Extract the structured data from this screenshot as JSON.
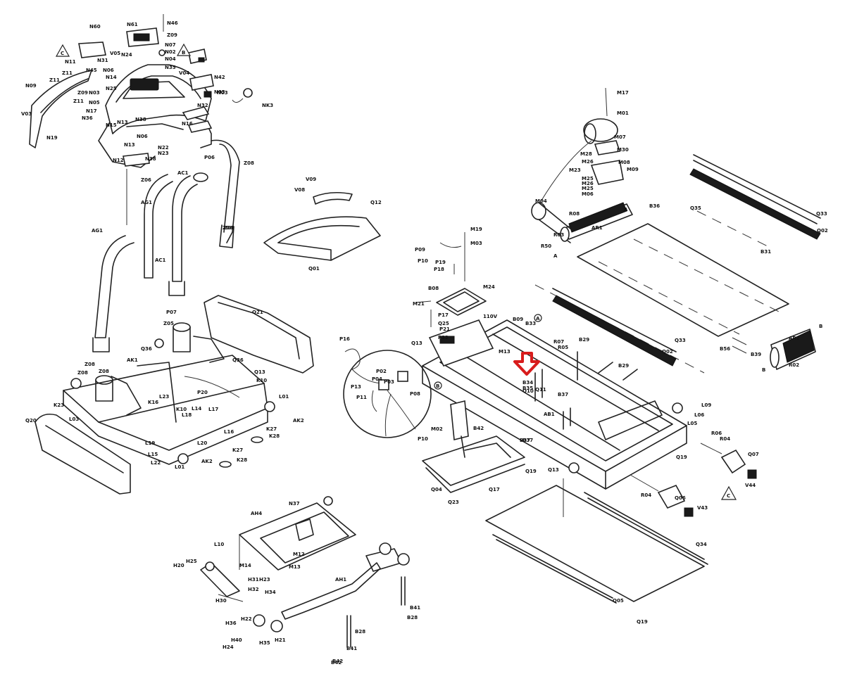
{
  "diagram": {
    "callouts": {
      "tri_c1": "C",
      "tri_b": "B",
      "tri_c2": "C",
      "circ_a": "A",
      "circ_b": "B",
      "letter_a1": "A",
      "letter_a2": "A",
      "letter_b1": "B",
      "letter_b2": "B"
    },
    "highlight_color": "#d81c1c",
    "line_color": "#222222",
    "labels": [
      "N60",
      "N61",
      "N46",
      "Z09",
      "N07",
      "N02",
      "N04",
      "N35",
      "N11",
      "V05",
      "N24",
      "N31",
      "N06",
      "N14",
      "N45",
      "N25",
      "N03",
      "Z09",
      "N05",
      "N17",
      "N36",
      "N15",
      "N13",
      "N03",
      "N32",
      "N16",
      "V04",
      "N42",
      "N03",
      "NK3",
      "Z11",
      "Z11",
      "V03",
      "N09",
      "Z11",
      "N19",
      "N06",
      "N13",
      "N38",
      "N38",
      "N22",
      "N23",
      "N12",
      "P06",
      "AC1",
      "AG1",
      "Z06",
      "AG1",
      "Z06",
      "AC1",
      "Z08",
      "Z06",
      "V09",
      "V08",
      "Q12",
      "Q01",
      "M17",
      "M01",
      "M07",
      "M28",
      "M30",
      "M26",
      "M23",
      "M08",
      "M09",
      "M25",
      "M26",
      "M25",
      "M06",
      "M04",
      "R08",
      "R03",
      "R50",
      "AR1",
      "B36",
      "Q35",
      "Q33",
      "Q02",
      "B31",
      "M19",
      "M03",
      "P09",
      "P10",
      "P19",
      "P18",
      "B08",
      "M24",
      "M21",
      "P17",
      "110V",
      "Q25",
      "P21",
      "P22",
      "Q13",
      "M13",
      "B09",
      "B33",
      "R07",
      "R05",
      "B29",
      "B34",
      "B35",
      "Q10",
      "Q11",
      "B37",
      "B29",
      "AR2",
      "B56",
      "B39",
      "R02",
      "Q33",
      "Q02",
      "P16",
      "P13",
      "P04",
      "P03",
      "P02",
      "P11",
      "P08",
      "P10",
      "M02",
      "B42",
      "AB1",
      "B37",
      "P07",
      "Z05",
      "Q36",
      "Q21",
      "Z08",
      "AK1",
      "Z08",
      "Z08",
      "Q36",
      "Q13",
      "P20",
      "K10",
      "K23",
      "L23",
      "K16",
      "K10",
      "L14",
      "L17",
      "L18",
      "L19",
      "L15",
      "L22",
      "L20",
      "L01",
      "K27",
      "K28",
      "L16",
      "K27",
      "K28",
      "L01",
      "AK2",
      "AK2",
      "Q20",
      "L03",
      "Q04",
      "Q23",
      "Q17",
      "Q19",
      "B37",
      "L09",
      "L06",
      "L05",
      "Q19",
      "R06",
      "R04",
      "Q07",
      "V44",
      "R04",
      "Q06",
      "V43",
      "Q13",
      "Q34",
      "Q05",
      "Q19",
      "N37",
      "AH4",
      "L10",
      "M12",
      "M13",
      "M14",
      "H25",
      "H20",
      "H31",
      "H32",
      "H23",
      "H34",
      "H30",
      "AH1",
      "B41",
      "B28",
      "B42",
      "H36",
      "H22",
      "H40",
      "H24",
      "H35",
      "H21",
      "B28",
      "B41",
      "B42"
    ]
  }
}
